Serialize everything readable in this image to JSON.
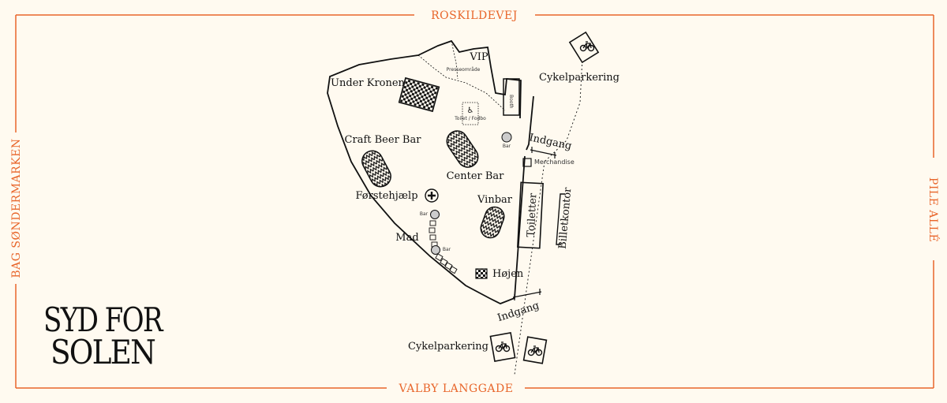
{
  "streets": {
    "top": "ROSKILDEVEJ",
    "bottom": "VALBY LANGGADE",
    "left": "BAG SØNDERMARKEN",
    "right": "PILE ALLÉ"
  },
  "logo": {
    "line1": "SYD FOR",
    "line2": "SOLEN"
  },
  "areas": {
    "vip": "VIP",
    "press": "Presseområde",
    "under_kronen": "Under Kronen",
    "craft_beer_bar": "Craft Beer Bar",
    "center_bar": "Center Bar",
    "first_aid": "Førstehjælp",
    "vinbar": "Vinbar",
    "mad": "Mad",
    "hojen": "Højen",
    "toiletter": "Toiletter",
    "billetkontor": "Billetkontor",
    "merchandise": "Merchandise",
    "entrance_top": "Indgang",
    "entrance_bottom": "Indgang",
    "bike_top": "Cykelparkering",
    "bike_bottom": "Cykelparkering",
    "bar_small_1": "Bar",
    "bar_small_2": "Bar",
    "bar_small_3": "Bar",
    "toilet_handicap": "Toilet / Fodbo",
    "booth_label": "Booth"
  },
  "colors": {
    "accent": "#e8652a",
    "background": "#fffaf0",
    "ink": "#111111"
  },
  "icons": [
    "bicycle-icon",
    "first-aid-cross-icon",
    "wheelchair-icon"
  ]
}
